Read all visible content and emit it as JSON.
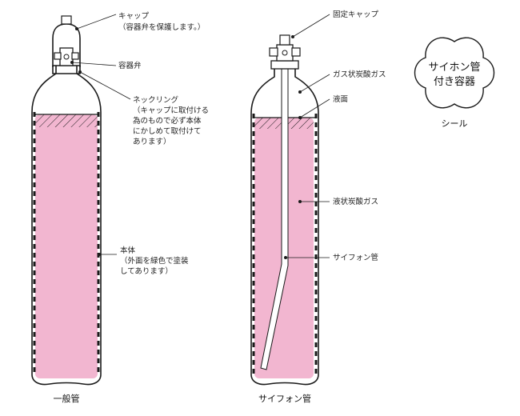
{
  "colors": {
    "gas_liquid": "#f2b6d0",
    "line": "#1a1a1a"
  },
  "cylinder_general": {
    "caption": "一般管",
    "labels": {
      "cap": "キャップ",
      "cap_note": "（容器弁を保護します。）",
      "valve": "容器弁",
      "neck_ring": "ネックリング",
      "neck_ring_note1": "（キャップに取付ける",
      "neck_ring_note2": "為のもので必ず本体",
      "neck_ring_note3": "にかしめて取付けて",
      "neck_ring_note4": "あります）",
      "body": "本体",
      "body_note1": "（外面を緑色で塗装",
      "body_note2": "してあります）"
    }
  },
  "cylinder_siphon": {
    "caption": "サイフォン管",
    "labels": {
      "fixed_cap": "固定キャップ",
      "gas": "ガス状炭酸ガス",
      "liquid_surface": "液面",
      "liquid": "液状炭酸ガス",
      "siphon_tube": "サイフォン管"
    }
  },
  "seal": {
    "line1": "サイホン管",
    "line2": "付き容器",
    "caption": "シール"
  }
}
